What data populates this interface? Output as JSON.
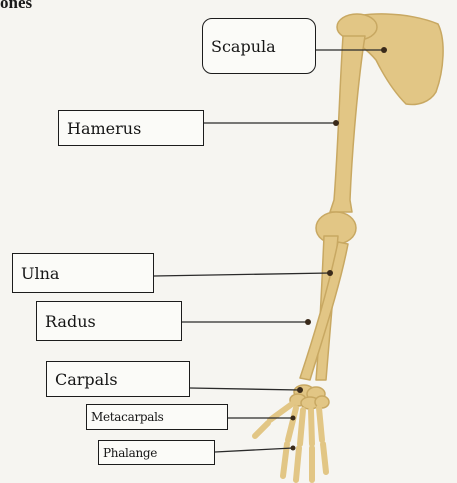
{
  "header": {
    "text": "ones"
  },
  "labels": {
    "scapula": "Scapula",
    "humerus": "Hamerus",
    "ulna": "Ulna",
    "radius": "Radus",
    "carpals": "Carpals",
    "metacarpals": "Metacarpals",
    "phalanges": "Phalange"
  },
  "colors": {
    "bone": "#e2c685",
    "bone_shadow": "#c8a862",
    "line": "#2a2a2a",
    "dot": "#3a2a1a"
  }
}
